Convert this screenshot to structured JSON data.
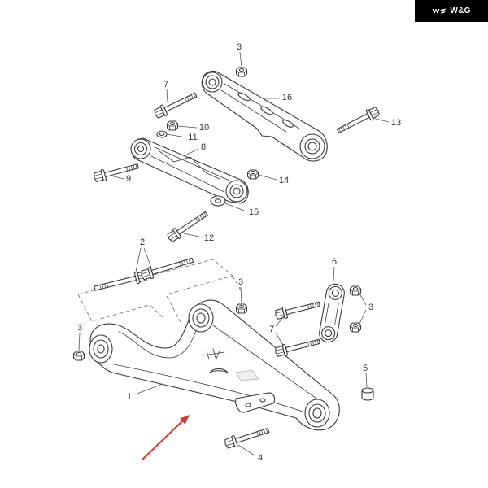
{
  "badge": {
    "text": "W&G",
    "logo_icon": "wg-logo-icon"
  },
  "callouts": [
    "3",
    "16",
    "7",
    "10",
    "11",
    "13",
    "8",
    "9",
    "14",
    "15",
    "12",
    "2",
    "6",
    "3",
    "3",
    "7",
    "3",
    "5",
    "1",
    "4"
  ],
  "icons": {
    "pointer": "red-arrow-icon"
  },
  "colors": {
    "background": "#ffffff",
    "line": "#3a3a3a",
    "callout_text": "#333333",
    "pointer_arrow": "#d9382d",
    "badge_background": "#000000",
    "badge_text": "#ffffff"
  }
}
